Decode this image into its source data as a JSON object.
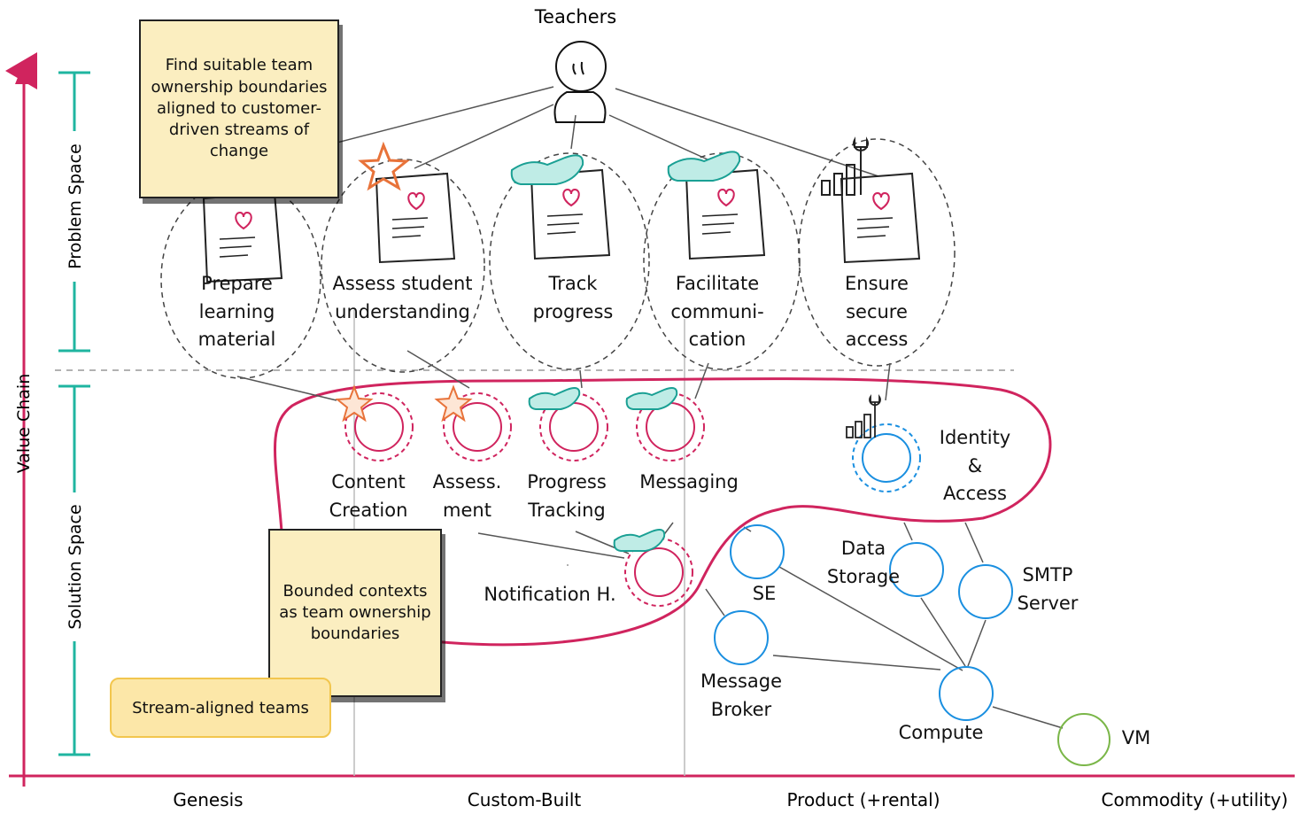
{
  "axes": {
    "y_label": "Value Chain",
    "problem_space": "Problem Space",
    "solution_space": "Solution Space",
    "stages": [
      "Genesis",
      "Custom-Built",
      "Product (+rental)",
      "Commodity (+utility)"
    ]
  },
  "actor": {
    "label": "Teachers"
  },
  "needs": [
    {
      "label": "Prepare\nlearning\nmaterial"
    },
    {
      "label": "Assess student\nunderstanding"
    },
    {
      "label": "Track\nprogress"
    },
    {
      "label": "Facilitate\ncommuni-\ncation"
    },
    {
      "label": "Ensure\nsecure\naccess"
    }
  ],
  "components": {
    "content_creation": "Content\nCreation",
    "assessment": "Assess.\nment",
    "progress_tracking": "Progress\nTracking",
    "messaging": "Messaging",
    "identity_access": "Identity &\nAccess",
    "notification": "Notification H.",
    "se": "SE",
    "data_storage": "Data\nStorage",
    "smtp_server": "SMTP\nServer",
    "message_broker": "Message\nBroker",
    "compute": "Compute",
    "vm": "VM"
  },
  "notes": {
    "top": "Find suitable team ownership boundaries aligned to customer-driven streams of change",
    "bottom": "Bounded contexts as team ownership boundaries",
    "legend": "Stream-aligned teams"
  },
  "colors": {
    "axis": "#d0245e",
    "bracket": "#1fb5a0",
    "stream_team": "#d0245e",
    "platform": "#1a8fe0",
    "commodity": "#7ab648",
    "note_fill": "#fbeec0",
    "legend_fill": "#fce7a8"
  }
}
